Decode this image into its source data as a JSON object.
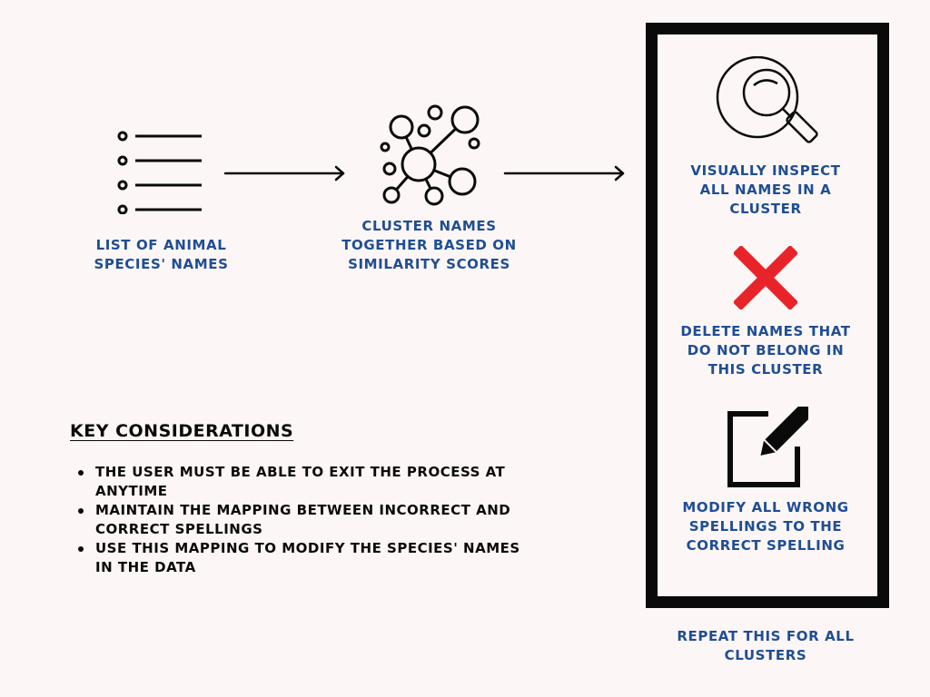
{
  "colors": {
    "label": "#1f4e94",
    "text": "#0a0a0a",
    "background": "#fdf6f6",
    "delete_mark": "#e8242a"
  },
  "steps": [
    {
      "icon": "list-icon",
      "lines": [
        "LIST OF ANIMAL",
        "SPECIES' NAMES"
      ]
    },
    {
      "icon": "network-cluster-icon",
      "lines": [
        "CLUSTER NAMES",
        "TOGETHER BASED ON",
        "SIMILARITY SCORES"
      ]
    }
  ],
  "loop_panel": {
    "steps": [
      {
        "icon": "magnifier-icon",
        "lines": [
          "VISUALLY INSPECT",
          "ALL NAMES IN A",
          "CLUSTER"
        ]
      },
      {
        "icon": "red-x-icon",
        "lines": [
          "DELETE NAMES THAT",
          "DO NOT BELONG IN",
          "THIS CLUSTER"
        ]
      },
      {
        "icon": "edit-icon",
        "lines": [
          "MODIFY ALL WRONG",
          "SPELLINGS TO THE",
          "CORRECT SPELLING"
        ]
      }
    ],
    "repeat_lines": [
      "REPEAT THIS FOR ALL",
      "CLUSTERS"
    ]
  },
  "key_considerations": {
    "title": "KEY CONSIDERATIONS",
    "items": [
      {
        "lines": [
          "THE USER MUST BE ABLE TO EXIT THE PROCESS AT",
          "ANYTIME"
        ]
      },
      {
        "lines": [
          "MAINTAIN THE MAPPING BETWEEN INCORRECT AND",
          "CORRECT SPELLINGS"
        ]
      },
      {
        "lines": [
          "USE THIS MAPPING TO MODIFY THE SPECIES' NAMES",
          "IN THE DATA"
        ]
      }
    ]
  }
}
